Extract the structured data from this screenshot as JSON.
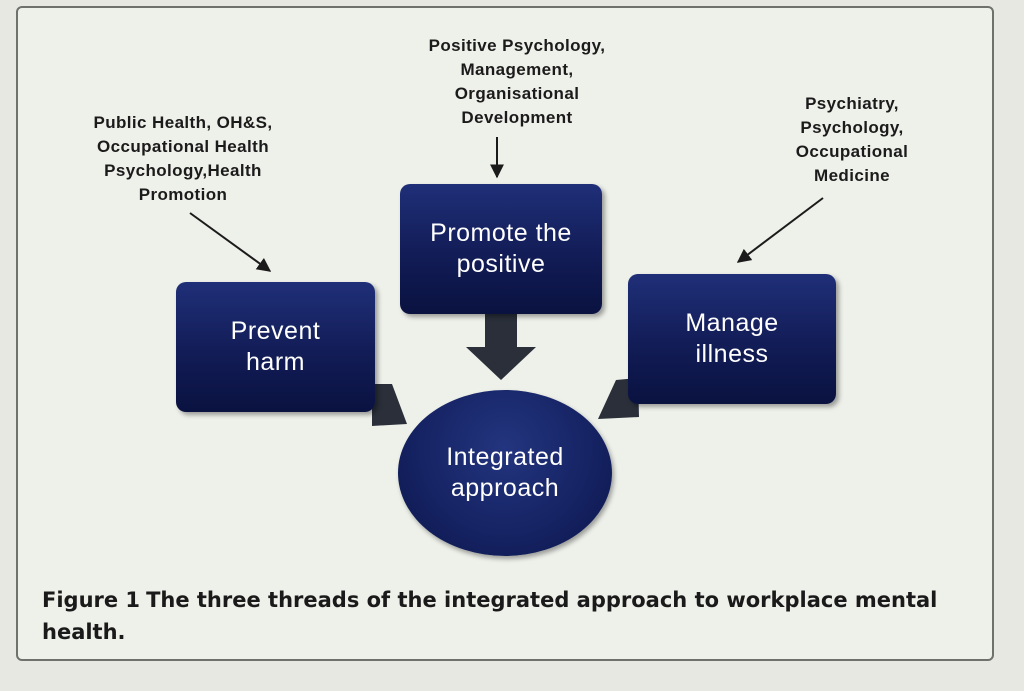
{
  "sources": {
    "left": [
      "Public Health, OH&S,",
      "Occupational Health",
      "Psychology,Health",
      "Promotion"
    ],
    "top": [
      "Positive Psychology,",
      "Management,",
      "Organisational",
      "Development"
    ],
    "right": [
      "Psychiatry,",
      "Psychology,",
      "Occupational",
      "Medicine"
    ]
  },
  "nodes": {
    "prevent": [
      "Prevent",
      "harm"
    ],
    "promote": [
      "Promote the",
      "positive"
    ],
    "manage": [
      "Manage",
      "illness"
    ],
    "integrated": [
      "Integrated",
      "approach"
    ]
  },
  "caption": {
    "number": "Figure 1",
    "text": "The three threads of the integrated approach to workplace mental health."
  },
  "colors": {
    "node_fill": "#121c56",
    "arrow_fill": "#2a2f3a",
    "background": "#eef0ea"
  }
}
